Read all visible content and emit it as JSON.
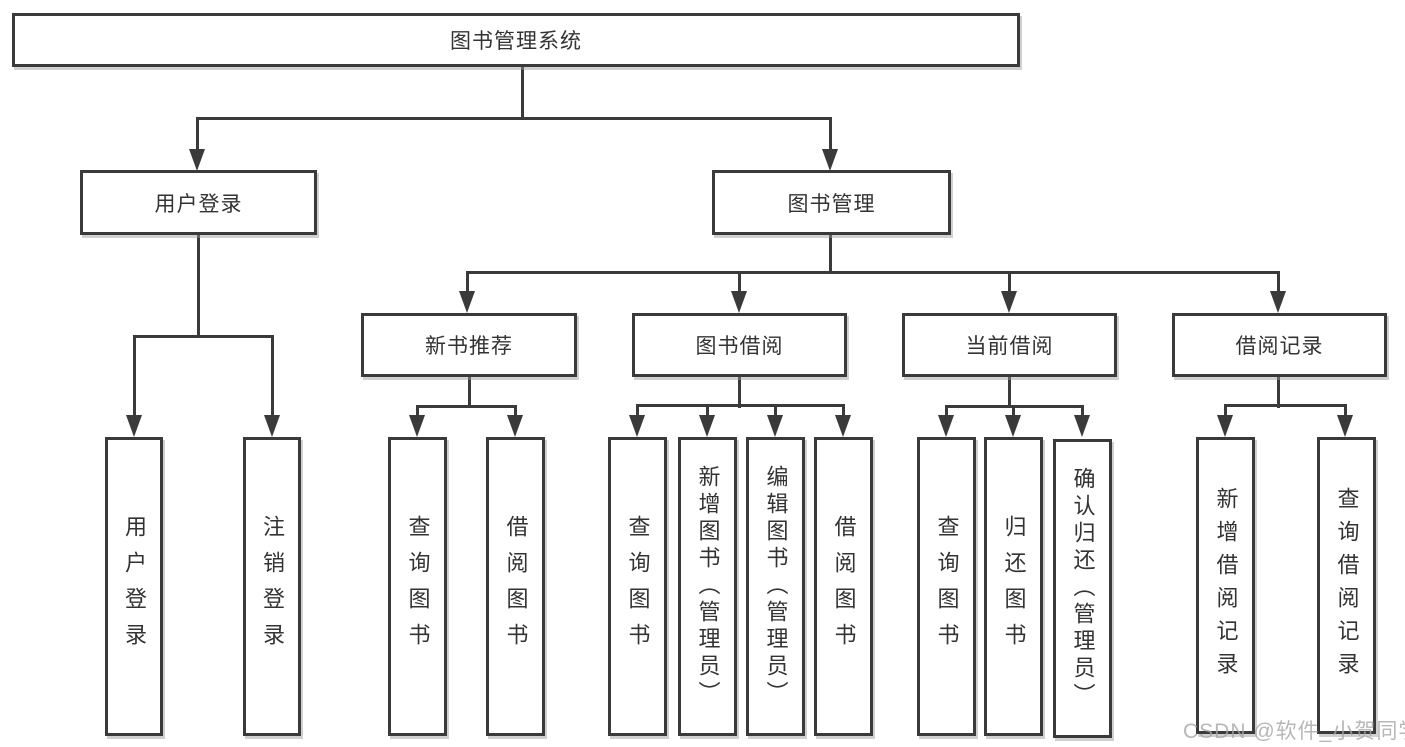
{
  "diagram_title": "图书管理系统",
  "watermark": "CSDN @软件_小贺同学",
  "colors": {
    "line": "#3a3a3a",
    "text": "#333333",
    "background": "#ffffff",
    "watermark": "#a6a6a6"
  },
  "tree": {
    "root": {
      "label": "图书管理系统",
      "children": [
        {
          "label": "用户登录",
          "children": [
            {
              "label": "用户登录"
            },
            {
              "label": "注销登录"
            }
          ]
        },
        {
          "label": "图书管理",
          "children": [
            {
              "label": "新书推荐",
              "children": [
                {
                  "label": "查询图书"
                },
                {
                  "label": "借阅图书"
                }
              ]
            },
            {
              "label": "图书借阅",
              "children": [
                {
                  "label": "查询图书"
                },
                {
                  "label": "新增图书（管理员）"
                },
                {
                  "label": "编辑图书（管理员）"
                },
                {
                  "label": "借阅图书"
                }
              ]
            },
            {
              "label": "当前借阅",
              "children": [
                {
                  "label": "查询图书"
                },
                {
                  "label": "归还图书"
                },
                {
                  "label": "确认归还（管理员）"
                }
              ]
            },
            {
              "label": "借阅记录",
              "children": [
                {
                  "label": "新增借阅记录"
                },
                {
                  "label": "查询借阅记录"
                }
              ]
            }
          ]
        }
      ]
    }
  }
}
